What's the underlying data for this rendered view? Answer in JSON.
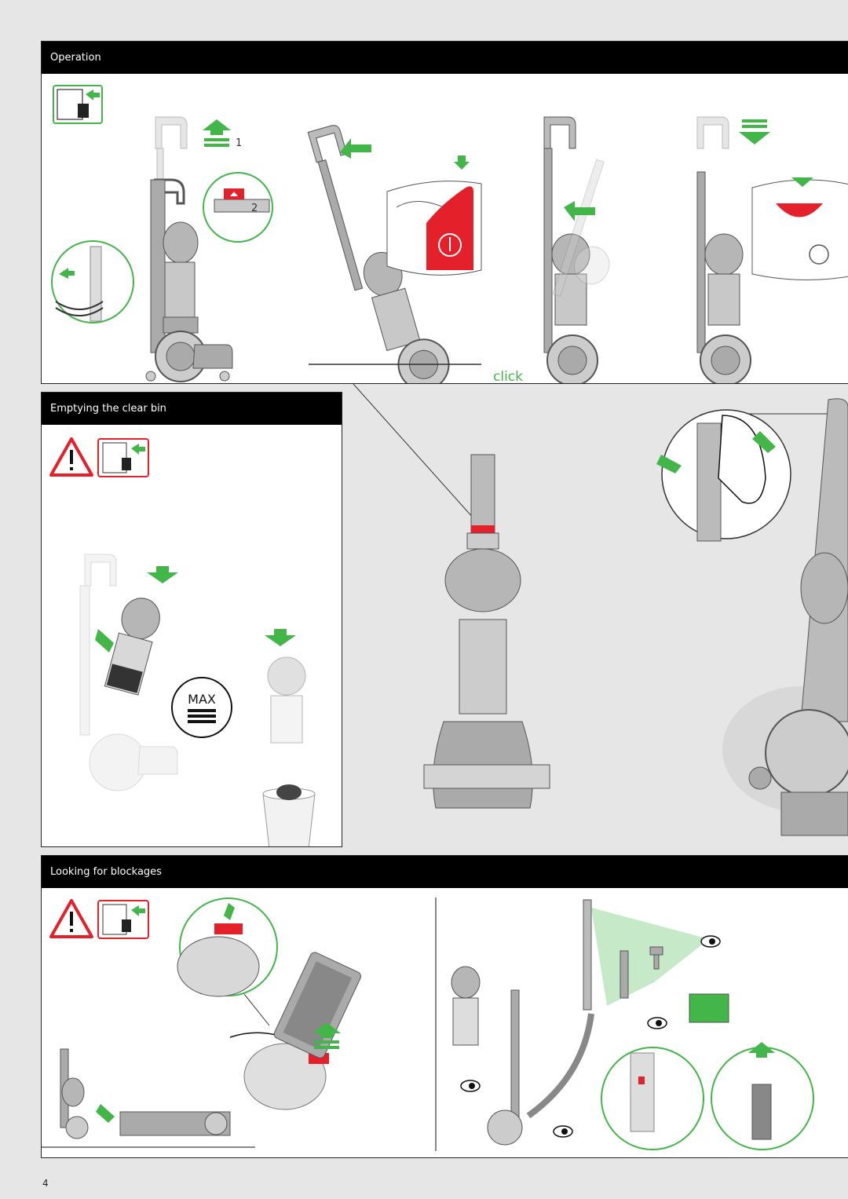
{
  "sections": {
    "operation": {
      "title": "Operation"
    },
    "emptying": {
      "title": "Emptying the clear bin"
    },
    "blockages": {
      "title": "Looking for blockages"
    }
  },
  "steps": {
    "one": "1",
    "two": "2"
  },
  "labels": {
    "click": "click",
    "max": "MAX"
  },
  "page": {
    "number": "4"
  },
  "colors": {
    "accent_green": "#43b649",
    "warning_red": "#e4202a",
    "machine_grey": "#9a9a9a",
    "background": "#e6e6e7"
  }
}
